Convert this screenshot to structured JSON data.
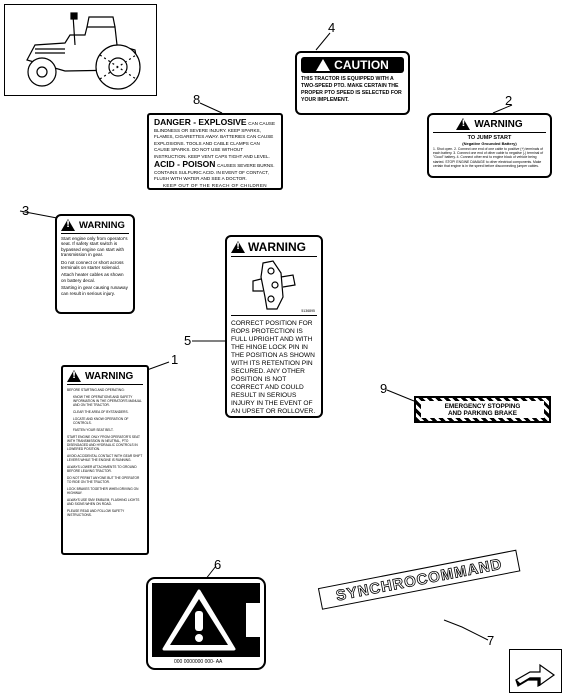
{
  "callouts": [
    "1",
    "2",
    "3",
    "4",
    "5",
    "6",
    "7",
    "8",
    "9"
  ],
  "decal4": {
    "header": "CAUTION",
    "text": "THIS TRACTOR IS EQUIPPED WITH A TWO-SPEED PTO. MAKE CERTAIN THE PROPER PTO SPEED IS SELECTED FOR YOUR IMPLEMENT."
  },
  "decal8": {
    "title": "DANGER - EXPLOSIVE",
    "text1": "CAN CAUSE BLINDNESS OR SEVERE INJURY. KEEP SPARKS, FLAMES, CIGARETTES AWAY. BATTERIES CAN CAUSE EXPLOSIONS. TOOLS AND CABLE CLAMPS CAN CAUSE SPARKS. DO NOT USE WITHOUT INSTRUCTION. KEEP VENT CAPS TIGHT AND LEVEL.",
    "title2": "ACID - POISON",
    "text2": "CAUSES SEVERE BURNS. CONTAINS SULFURIC ACID. IN EVENT OF CONTACT, FLUSH WITH WATER AND SEE A DOCTOR.",
    "text3": "KEEP OUT OF THE REACH OF CHILDREN"
  },
  "decal2": {
    "header": "WARNING",
    "subtitle": "TO JUMP START",
    "subtitle2": "(Negative Grounded Battery)",
    "text": "1. Shut open. 2. Connect one end of one cable to positive (+) terminals of each battery. 3. Connect one end of other cable to negative (-) terminal of \"Good\" battery. 4. Connect other end to engine block of vehicle being started. STOP! ENGINE DAMAGE to other electrical components. Make certain that engine is in the speed before disconnecting jumper cables."
  },
  "decal3": {
    "header": "WARNING",
    "items": [
      "Start engine only from operator's seat. If safety start switch is bypassed engine can start with transmission in gear.",
      "Do not connect or short across terminals on starter solenoid.",
      "Attach heater cables as shown on battery decal.",
      "Starting in gear causing runaway can result in serious injury."
    ]
  },
  "decal5": {
    "header": "WARNING",
    "part": "5136895",
    "text": "CORRECT POSITION FOR ROPS PROTECTION IS FULL UPRIGHT AND WITH THE HINGE LOCK PIN IN THE POSITION AS SHOWN WITH ITS RETENTION PIN SECURED. ANY OTHER POSITION IS NOT CORRECT AND COULD RESULT IN SERIOUS INJURY IN THE EVENT OF AN UPSET OR ROLLOVER."
  },
  "decal1": {
    "header": "WARNING",
    "items": [
      "BEFORE STARTING AND OPERATING:",
      "KNOW THE OPERATIONS AND SAFETY INFORMATION IN THE OPERATOR'S MANUAL AND ON THE TRACTOR.",
      "CLEAR THE AREA OF BYSTANDERS.",
      "LOCATE AND KNOW OPERATION OF CONTROLS.",
      "FASTEN YOUR SEAT BELT.",
      "START ENGINE ONLY FROM OPERATOR'S SEAT WITH TRANSMISSION IN NEUTRAL, PTO DISENGAGED AND HYDRAULIC CONTROLS IN LOWERED POSITION.",
      "AVOID ACCIDENTAL CONTACT WITH GEAR SHIFT LEVERS WHILE THE ENGINE IS RUNNING.",
      "ALWAYS LOWER ATTACHMENTS TO GROUND BEFORE LEAVING TRACTOR.",
      "DO NOT PERMIT ANYONE BUT THE OPERATOR TO RIDE ON THE TRACTOR.",
      "LOCK BRAKES TOGETHER WHEN DRIVING ON HIGHWAY.",
      "ALWAYS USE SMV EMBLEM, FLASHING LIGHTS AND SIGNS WHEN ON ROAD.",
      "PLEASE READ AND FOLLOW SAFETY INSTRUCTIONS."
    ]
  },
  "decal6": {
    "part": "000 0000000 000- AA"
  },
  "decal7": {
    "text": "SYNCHROCOMMAND"
  },
  "decal9": {
    "line1": "EMERGENCY STOPPING",
    "line2": "AND PARKING BRAKE"
  },
  "colors": {
    "ink": "#000000",
    "paper": "#ffffff",
    "stripe": "#9a9a9a"
  },
  "icons": [
    "tractor-illustration",
    "warning-triangle-icon",
    "rops-hinge-illustration",
    "next-page-arrow-icon"
  ]
}
